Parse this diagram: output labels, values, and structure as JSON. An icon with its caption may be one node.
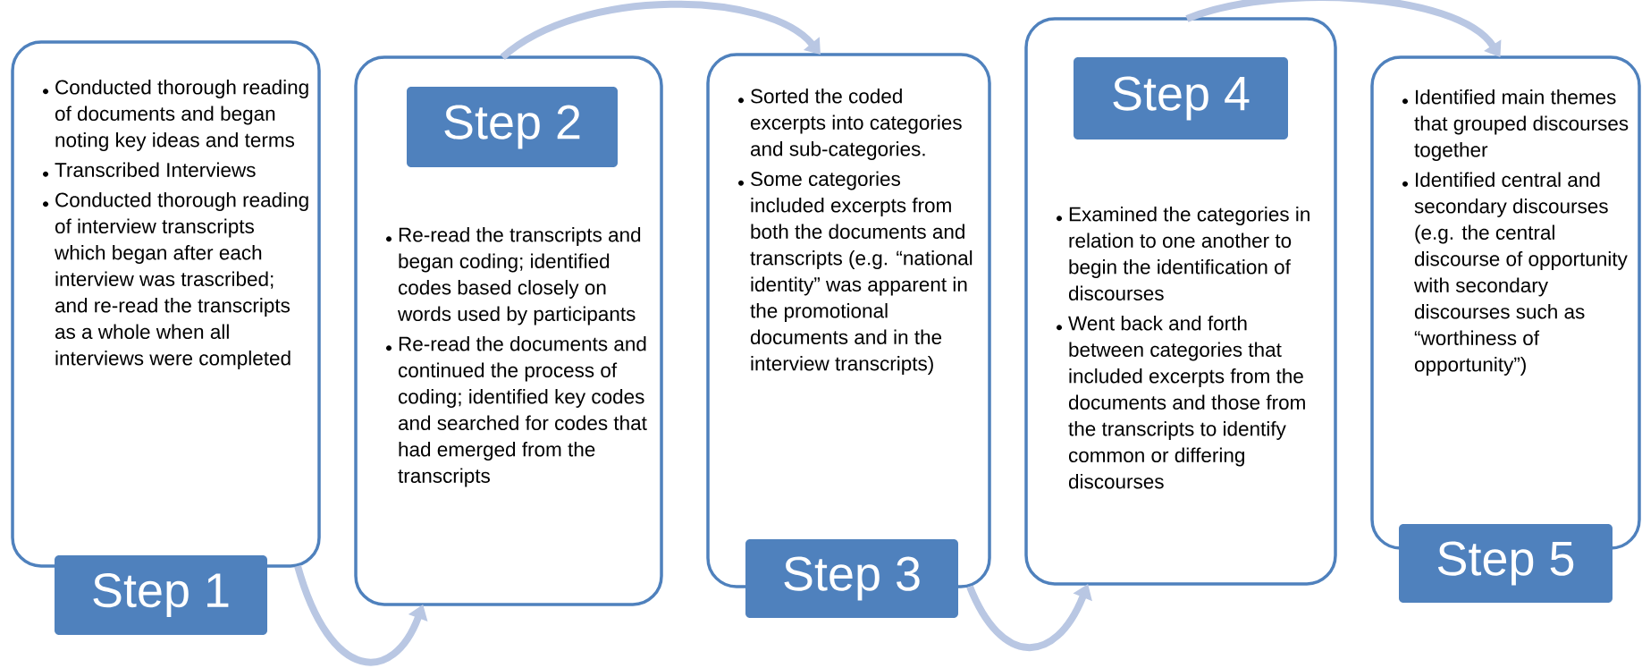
{
  "diagram": {
    "nodes": [
      {
        "text": [
          "Conducted thorough reading of documents and began noting key ideas and terms",
          "Transcribed Interviews",
          "Conducted thorough reading of interview transcripts which began after each interview was trascribed;  and re-read the transcripts as a whole when all interviews were completed"
        ]
      },
      {
        "text": [
          "Step 1"
        ]
      },
      {
        "text": [
          "Re-read the transcripts and began coding; identified codes based closely on words used by participants",
          "Re-read the documents and continued the process of coding; identified key codes and searched for codes that had emerged from the transcripts"
        ]
      },
      {
        "text": [
          "Step 2"
        ],
        "in": 2
      },
      {
        "text": [
          "Sorted the coded excerpts into categories and sub-categories.",
          "Some categories included excerpts from both the documents and transcripts (e.g. “national identity” was apparent in the promotional documents and in the interview transcripts)"
        ]
      },
      {
        "text": [
          "Step 3"
        ]
      },
      {
        "text": [
          "Examined the categories in relation to one another to begin the identification of discourses",
          "Went back and forth between categories that included excerpts from the documents and those from the transcripts to identify common or differing discourses"
        ]
      },
      {
        "text": [
          "Step 4"
        ],
        "in": 6
      },
      {
        "text": [
          "Identified main themes that grouped discourses together",
          "Identified central and secondary discourses (e.g. the central discourse of opportunity with secondary discourses such as “worthiness of opportunity”)"
        ]
      },
      {
        "text": [
          "Step 5"
        ]
      }
    ],
    "edges": [
      {
        "from": 0,
        "to": 2,
        "arrow": "to"
      },
      {
        "from": 2,
        "to": 4,
        "arrow": "to"
      },
      {
        "from": 4,
        "to": 6,
        "arrow": "to"
      },
      {
        "from": 6,
        "to": 8,
        "arrow": "to"
      }
    ]
  }
}
